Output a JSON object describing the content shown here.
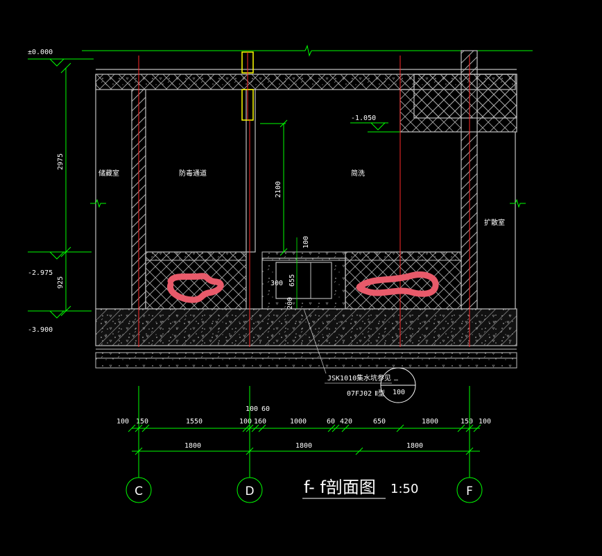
{
  "drawing": {
    "title": "f- f剖面图",
    "scale": "1:50",
    "elevations": {
      "top": "±0.000",
      "middle": "-2.975",
      "bottom": "-3.900",
      "ceiling": "-1.050"
    },
    "vertical_dims": {
      "upper": "2975",
      "lower": "925",
      "door": "2100",
      "pit_top": "100",
      "pit_depth": "655",
      "pit_width": "300",
      "pit_base": "200"
    },
    "rooms": {
      "left": "储藏室",
      "antiblast": "防毒通道",
      "wash": "简洗",
      "right": "扩散室"
    },
    "note": {
      "code": "JSK1010",
      "text": "集水坑参见",
      "atlas": "07FJ02",
      "type": "Ⅱ型",
      "ref_top": "—",
      "ref_bottom": "100"
    },
    "dims_row1": [
      "100",
      "150",
      "1550",
      "100",
      "160",
      "1000",
      "60",
      "420",
      "650",
      "1800",
      "150",
      "100"
    ],
    "dims_small_top": [
      "100",
      "60"
    ],
    "dims_row2": [
      "1800",
      "1800",
      "1800"
    ],
    "axes": [
      "C",
      "D",
      "F"
    ]
  },
  "colors": {
    "background": "#000000",
    "line_green": "#00ff00",
    "wall_gray": "#c0c0c0",
    "axis_red": "#ff2a2a",
    "door_yellow": "#ffff00",
    "scribble": "#e85a6a",
    "text": "#ffffff"
  }
}
